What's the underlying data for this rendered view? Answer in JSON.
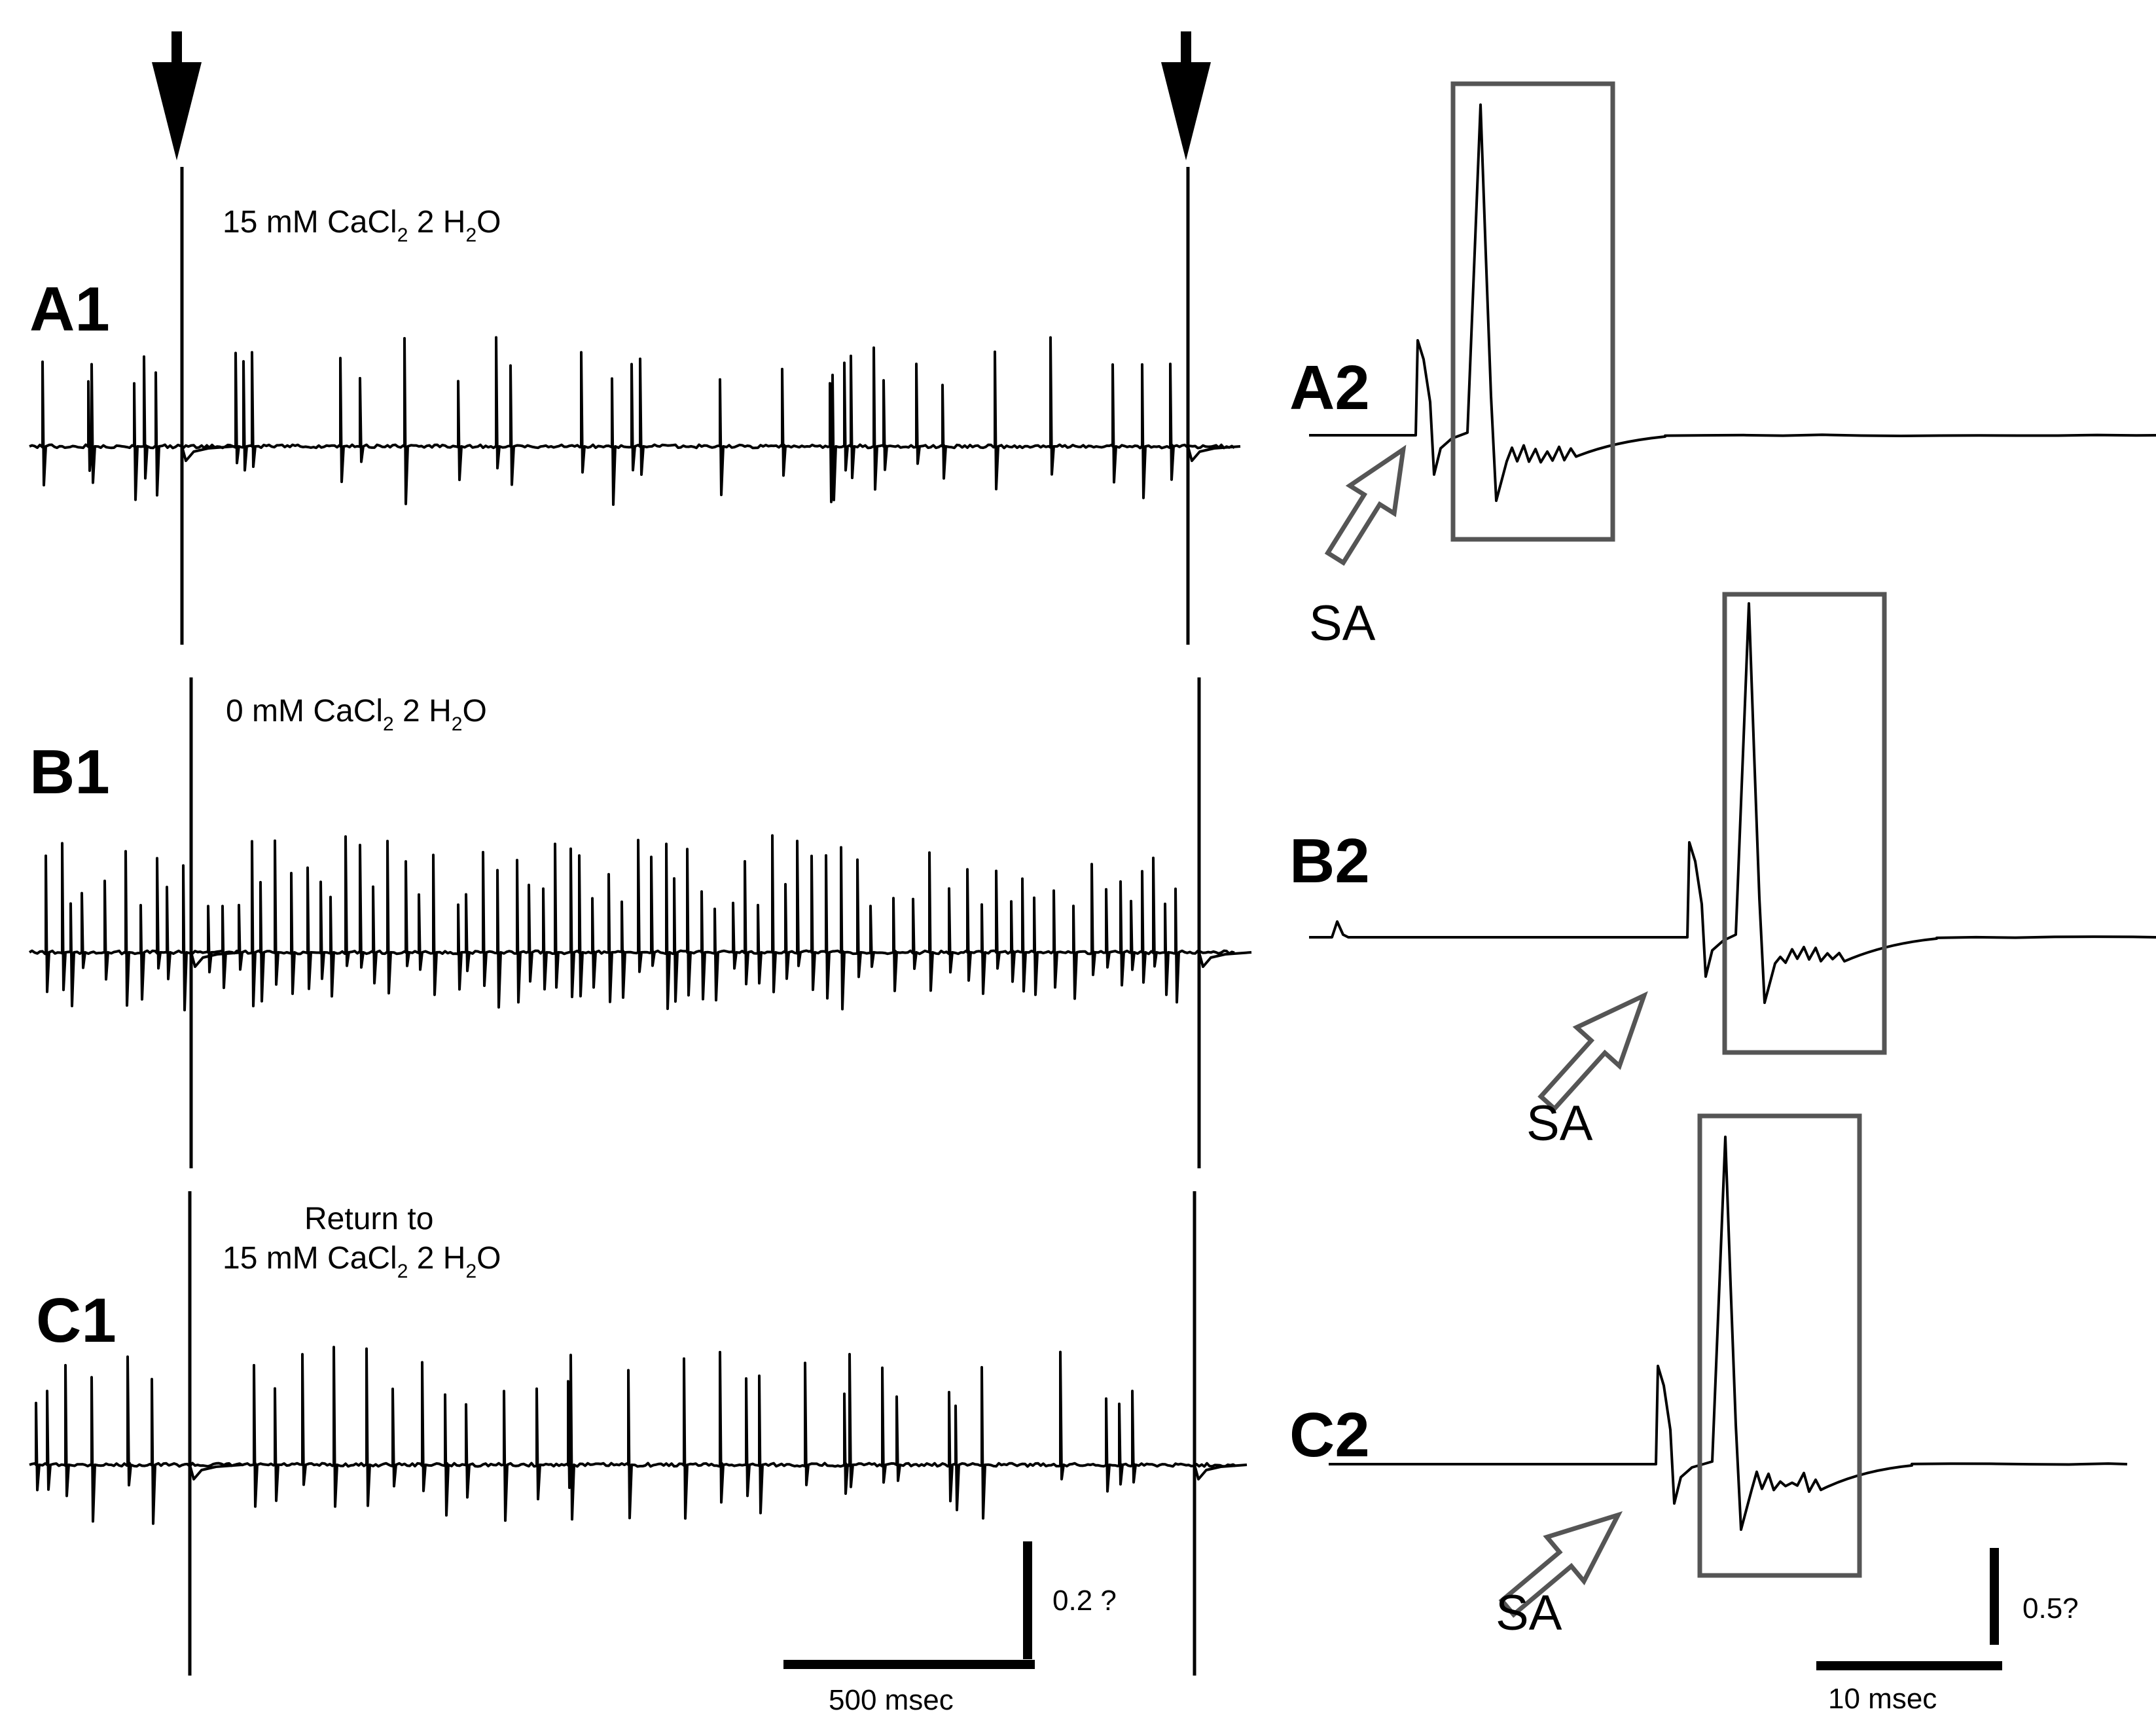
{
  "panels": {
    "a1": {
      "label": "A1",
      "condition": "15 mM CaCl",
      "condition_sub": "2",
      "condition_tail": " 2 H",
      "condition_sub2": "2",
      "condition_end": "O"
    },
    "b1": {
      "label": "B1",
      "condition": "0 mM CaCl",
      "condition_sub": "2",
      "condition_tail": " 2 H",
      "condition_sub2": "2",
      "condition_end": "O"
    },
    "c1": {
      "label": "C1",
      "condition_line1": "Return to",
      "condition": "15 mM CaCl",
      "condition_sub": "2",
      "condition_tail": " 2 H",
      "condition_sub2": "2",
      "condition_end": "O"
    },
    "a2": {
      "label": "A2",
      "arrow_label": "SA"
    },
    "b2": {
      "label": "B2",
      "arrow_label": "SA"
    },
    "c2": {
      "label": "C2",
      "arrow_label": "SA"
    }
  },
  "scale_bars": {
    "left_time": "500 msec",
    "left_amplitude": "0.2 ?",
    "right_time": "10 msec",
    "right_amplitude": "0.5?"
  },
  "stimulus_markers": [
    "down-arrow-left",
    "down-arrow-right"
  ]
}
